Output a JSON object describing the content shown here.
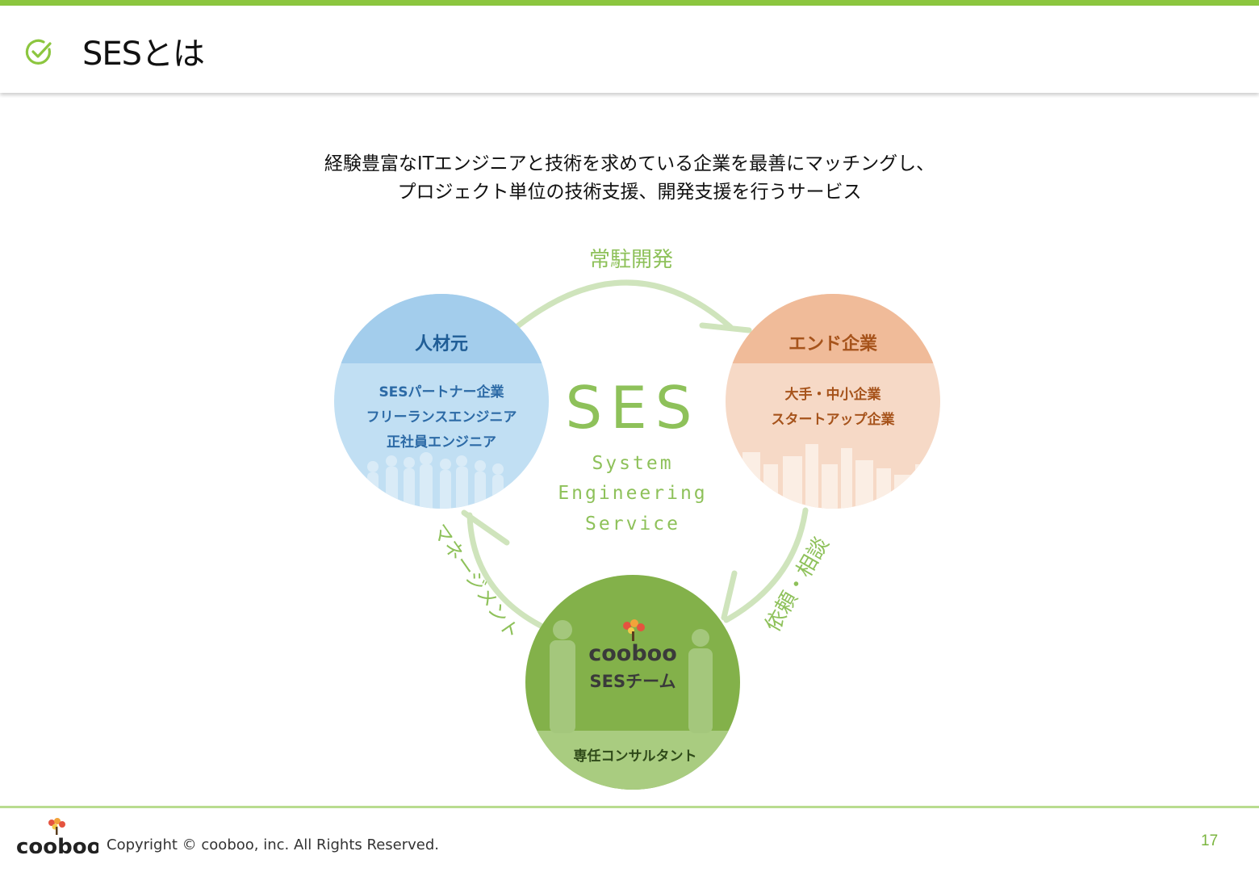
{
  "header": {
    "title": "SESとは"
  },
  "subtitle": {
    "line1": "経験豊富なITエンジニアと技術を求めている企業を最善にマッチングし、",
    "line2": "プロジェクト単位の技術支援、開発支援を行うサービス"
  },
  "diagram": {
    "center_title": "SES",
    "center_lines": [
      "System",
      "Engineering",
      "Service"
    ],
    "arrow_labels": {
      "top": "常駐開発",
      "right": "依頼・相談",
      "left": "マネージメント"
    },
    "nodes": {
      "source": {
        "title": "人材元",
        "items": [
          "SESパートナー企業",
          "フリーランスエンジニア",
          "正社員エンジニア"
        ]
      },
      "end_company": {
        "title": "エンド企業",
        "items": [
          "大手・中小企業",
          "スタートアップ企業"
        ]
      },
      "cooboo": {
        "logo": "cooboo",
        "team": "SESチーム",
        "bottom": "専任コンサルタント"
      }
    },
    "colors": {
      "blue": "#c1dff3",
      "blue_header": "#a3cdec",
      "orange": "#f6d9c6",
      "orange_header": "#f0bb99",
      "green": "#83b14a",
      "green_light": "#a9cc80",
      "arrow": "#cfe4bc",
      "ses_text": "#8ec15a"
    }
  },
  "footer": {
    "logo": "cooboo",
    "copyright": "Copyright ©  cooboo, inc. All Rights Reserved.",
    "page_number": "17"
  }
}
